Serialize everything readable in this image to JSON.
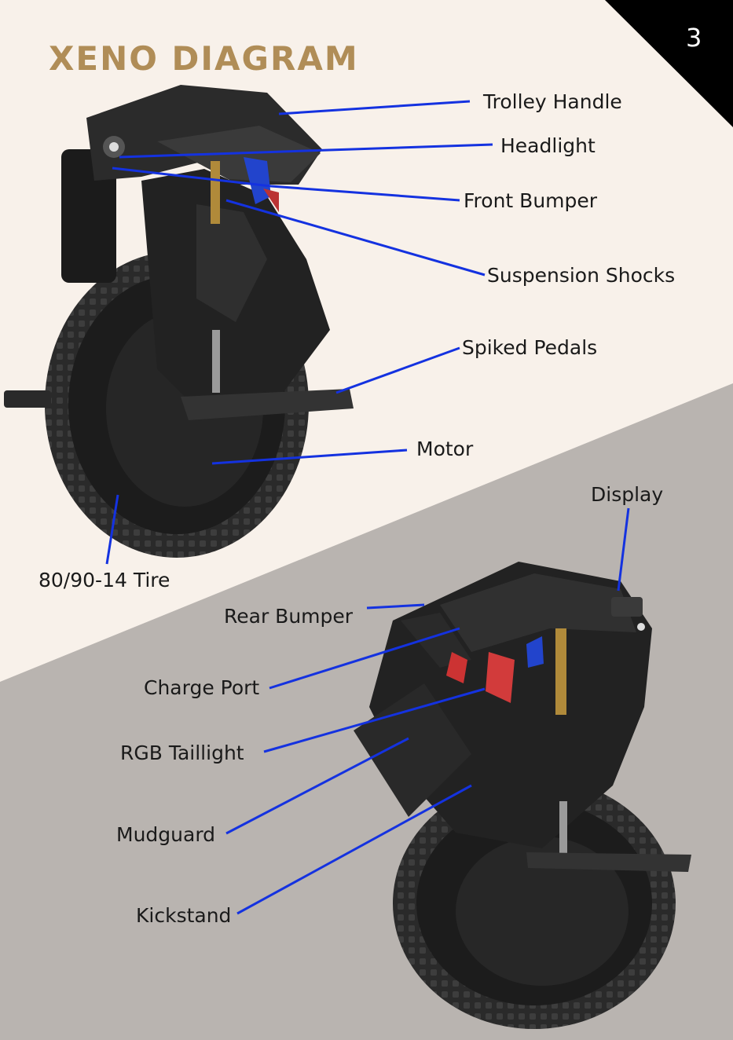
{
  "page": {
    "title": "XENO DIAGRAM",
    "number": "3"
  },
  "colors": {
    "background_top": "#f8f1ea",
    "background_bottom": "#b9b4b0",
    "title": "#b08d57",
    "leader_line": "#1432e0",
    "corner": "#000000"
  },
  "front_view": {
    "labels": [
      {
        "id": "trolley-handle",
        "text": "Trolley Handle"
      },
      {
        "id": "headlight",
        "text": "Headlight"
      },
      {
        "id": "front-bumper",
        "text": "Front Bumper"
      },
      {
        "id": "suspension-shocks",
        "text": "Suspension Shocks"
      },
      {
        "id": "spiked-pedals",
        "text": "Spiked Pedals"
      },
      {
        "id": "motor",
        "text": "Motor"
      },
      {
        "id": "tire",
        "text": "80/90-14 Tire"
      }
    ]
  },
  "rear_view": {
    "labels": [
      {
        "id": "display",
        "text": "Display"
      },
      {
        "id": "rear-bumper",
        "text": "Rear Bumper"
      },
      {
        "id": "charge-port",
        "text": "Charge Port"
      },
      {
        "id": "rgb-taillight",
        "text": "RGB Taillight"
      },
      {
        "id": "mudguard",
        "text": "Mudguard"
      },
      {
        "id": "kickstand",
        "text": "Kickstand"
      }
    ]
  }
}
